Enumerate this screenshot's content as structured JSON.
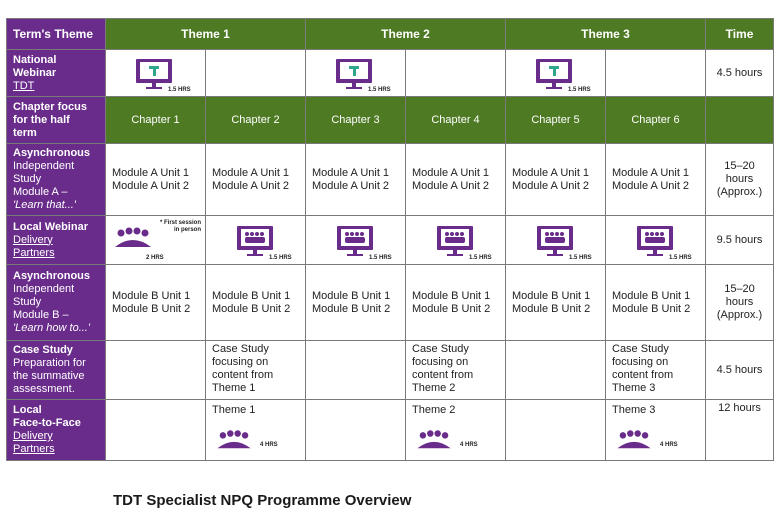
{
  "header": {
    "terms_theme": "Term's Theme",
    "theme1": "Theme 1",
    "theme2": "Theme 2",
    "theme3": "Theme 3",
    "time": "Time"
  },
  "rows": {
    "national_webinar": {
      "label_line1": "National",
      "label_line2": "Webinar",
      "label_link": "TDT",
      "hrs": "1.5 HRS",
      "time": "4.5 hours"
    },
    "chapter_focus": {
      "label_line1": "Chapter focus",
      "label_line2": "for the half",
      "label_line3": "term",
      "chapters": [
        "Chapter 1",
        "Chapter 2",
        "Chapter 3",
        "Chapter 4",
        "Chapter 5",
        "Chapter 6"
      ]
    },
    "async_a": {
      "label_bold": "Asynchronous",
      "label_line2": "Independent",
      "label_line3": "Study",
      "label_line4": "Module A –",
      "label_italic": "'Learn that...'",
      "unit1": "Module A Unit 1",
      "unit2": "Module A Unit 2",
      "time_line1": "15–20",
      "time_line2": "hours",
      "time_line3": "(Approx.)"
    },
    "local_webinar": {
      "label_bold": "Local Webinar",
      "label_link1": "Delivery",
      "label_link2": "Partners",
      "first_note_line1": "* First session",
      "first_note_line2": "in person",
      "first_hrs": "2 HRS",
      "hrs": "1.5 HRS",
      "time": "9.5 hours"
    },
    "async_b": {
      "label_bold": "Asynchronous",
      "label_line2": "Independent",
      "label_line3": "Study",
      "label_line4": "Module B –",
      "label_italic": "'Learn how to...'",
      "unit1": "Module B Unit 1",
      "unit2": "Module B Unit 2",
      "time_line1": "15–20",
      "time_line2": "hours",
      "time_line3": "(Approx.)"
    },
    "case_study": {
      "label_bold": "Case Study",
      "label_line2": "Preparation for",
      "label_line3": "the summative",
      "label_line4": "assessment.",
      "text_line1": "Case Study",
      "text_line2": "focusing on",
      "text_line3": "content from",
      "theme1": "Theme 1",
      "theme2": "Theme 2",
      "theme3": "Theme 3",
      "time": "4.5 hours"
    },
    "face_to_face": {
      "label_line1": "Local",
      "label_line2": "Face-to-Face",
      "label_link1": "Delivery",
      "label_link2": "Partners",
      "theme1": "Theme 1",
      "theme2": "Theme 2",
      "theme3": "Theme 3",
      "hrs": "4 HRS",
      "time": "12 hours"
    }
  },
  "footer": {
    "title": "TDT Specialist NPQ Programme Overview"
  },
  "colors": {
    "purple": "#6a2c8a",
    "green": "#4e7a23",
    "icon_teal": "#2fa58e"
  }
}
